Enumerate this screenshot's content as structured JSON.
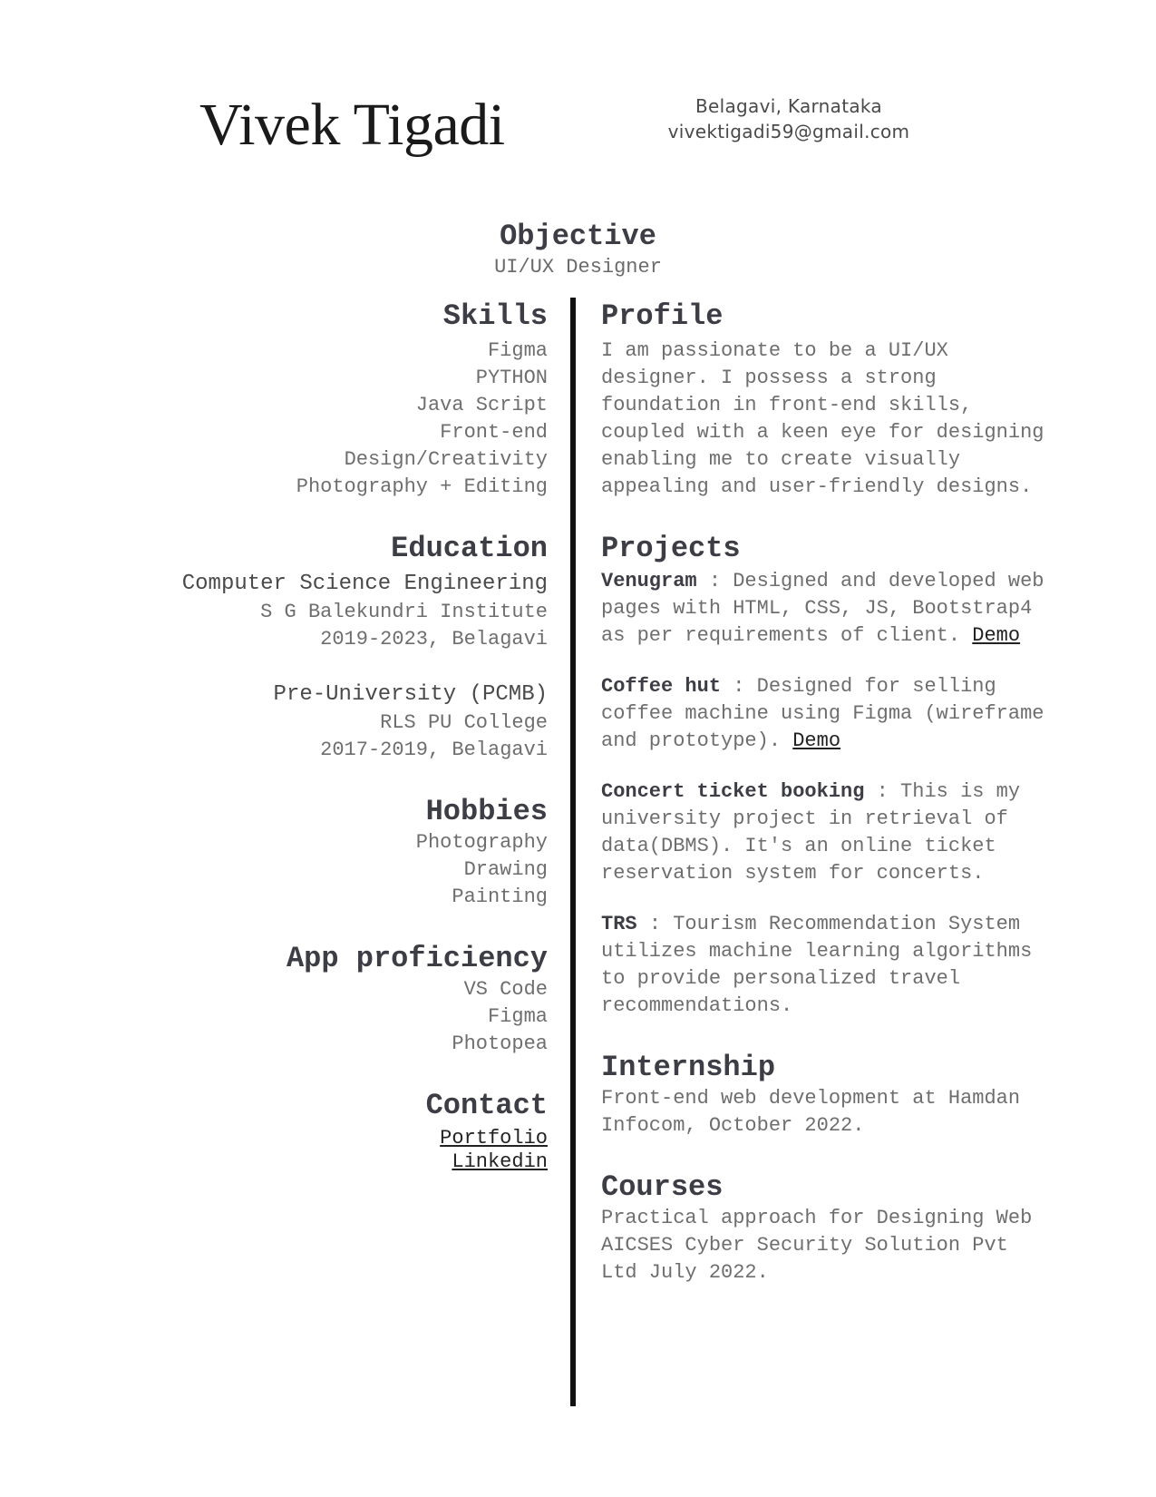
{
  "header": {
    "name": "Vivek Tigadi",
    "location": "Belagavi, Karnataka",
    "email": "vivektigadi59@gmail.com"
  },
  "objective": {
    "heading": "Objective",
    "value": "UI/UX Designer"
  },
  "skills": {
    "heading": "Skills",
    "items": [
      "Figma",
      "PYTHON",
      "Java Script",
      "Front-end",
      "Design/Creativity",
      "Photography + Editing"
    ]
  },
  "education": {
    "heading": "Education",
    "entries": [
      {
        "title": "Computer Science Engineering",
        "school": "S G Balekundri Institute",
        "period": "2019-2023, Belagavi"
      },
      {
        "title": "Pre-University (PCMB)",
        "school": "RLS PU College",
        "period": "2017-2019, Belagavi"
      }
    ]
  },
  "hobbies": {
    "heading": "Hobbies",
    "items": [
      "Photography",
      "Drawing",
      "Painting"
    ]
  },
  "apps": {
    "heading": "App proficiency",
    "items": [
      "VS Code",
      "Figma",
      "Photopea"
    ]
  },
  "contact": {
    "heading": "Contact",
    "links": [
      "Portfolio",
      "Linkedin"
    ]
  },
  "profile": {
    "heading": "Profile",
    "lines": [
      "I am passionate to be a UI/UX",
      "designer. I possess a strong",
      "foundation in front-end skills,",
      "coupled with a keen eye for designing",
      "enabling me to create visually",
      "appealing and user-friendly designs."
    ]
  },
  "projects": {
    "heading": "Projects",
    "items": [
      {
        "name": "Venugram",
        "lines": [
          ": Designed and developed web",
          "pages with HTML, CSS, JS, Bootstrap4",
          "as per requirements of client. "
        ],
        "link": "Demo"
      },
      {
        "name": "Coffee hut",
        "lines": [
          ": Designed for selling",
          "coffee machine using Figma (wireframe",
          "and prototype). "
        ],
        "link": "Demo"
      },
      {
        "name": "Concert ticket booking",
        "lines": [
          ": This is my",
          "university project in retrieval of",
          "data(DBMS). It's an online ticket",
          "reservation system for concerts."
        ],
        "link": ""
      },
      {
        "name": "TRS",
        "lines": [
          ": Tourism Recommendation System",
          "utilizes machine learning algorithms",
          "to provide personalized travel",
          "recommendations."
        ],
        "link": ""
      }
    ]
  },
  "internship": {
    "heading": "Internship",
    "lines": [
      "Front-end web development at Hamdan",
      "Infocom, October 2022."
    ]
  },
  "courses": {
    "heading": "Courses",
    "lines": [
      "Practical approach for Designing Web",
      "AICSES Cyber Security Solution Pvt",
      "Ltd July 2022."
    ]
  }
}
